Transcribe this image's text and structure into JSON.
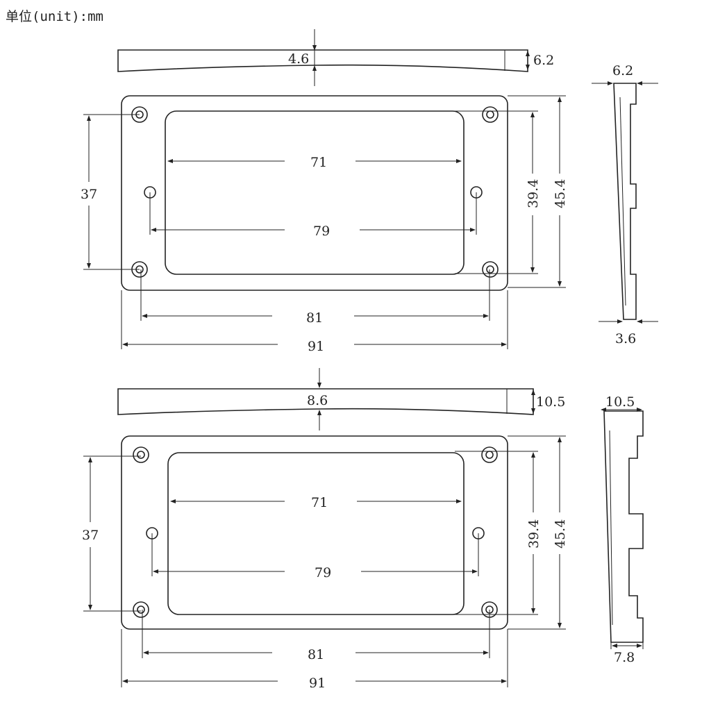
{
  "unit_label": "单位(unit):mm",
  "drawings": [
    {
      "profile_center_thickness": "4.6",
      "profile_end_thickness": "6.2",
      "hole_vertical_spacing": "37",
      "window_width": "71",
      "mid_hole_spacing": "79",
      "window_height": "39.4",
      "outer_height": "45.4",
      "corner_hole_spacing": "81",
      "outer_width": "91",
      "side_top_thickness": "6.2",
      "side_bottom_thickness": "3.6"
    },
    {
      "profile_center_thickness": "8.6",
      "profile_end_thickness": "10.5",
      "hole_vertical_spacing": "37",
      "window_width": "71",
      "mid_hole_spacing": "79",
      "window_height": "39.4",
      "outer_height": "45.4",
      "corner_hole_spacing": "81",
      "outer_width": "91",
      "side_top_thickness": "10.5",
      "side_bottom_thickness": "7.8"
    }
  ]
}
